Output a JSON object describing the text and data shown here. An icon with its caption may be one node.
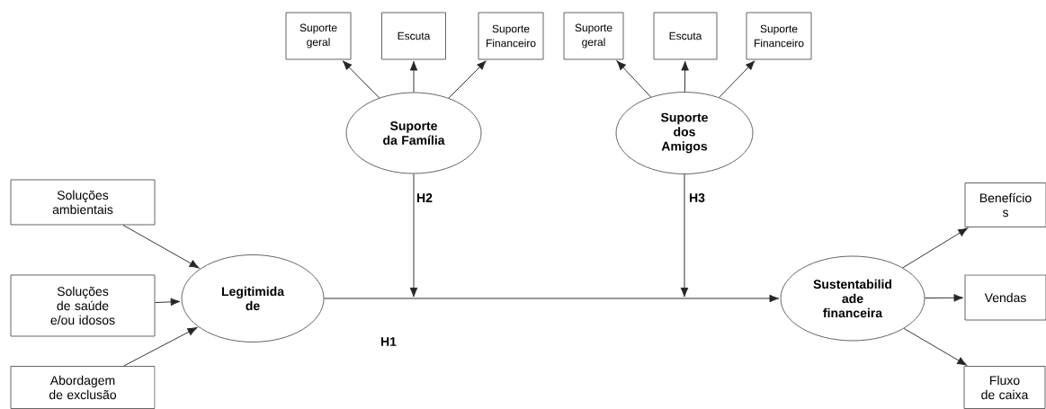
{
  "diagram": {
    "nodes": [
      {
        "text": [
          "Suporte geral"
        ]
      },
      {
        "text": [
          "Escuta"
        ]
      },
      {
        "text": [
          "Suporte Financeiro"
        ]
      },
      {
        "text": [
          "Suporte geral"
        ]
      },
      {
        "text": [
          "Escuta"
        ]
      },
      {
        "text": [
          "Suporte Financeiro"
        ]
      },
      {
        "text": [
          "Suporte da Família"
        ]
      },
      {
        "text": [
          "Suporte dos Amigos"
        ]
      },
      {
        "text": [
          "Soluções ambientais"
        ]
      },
      {
        "text": [
          "Soluções de saúde e/ou idosos"
        ]
      },
      {
        "text": [
          "Abordagem de exclusão"
        ]
      },
      {
        "text": [
          "Legitimida de"
        ]
      },
      {
        "text": [
          "Sustentabilid ade financeira"
        ]
      },
      {
        "text": [
          "Benefício s"
        ]
      },
      {
        "text": [
          "Vendas"
        ]
      },
      {
        "text": [
          "Fluxo de caixa"
        ]
      }
    ],
    "edges": [
      {
        "from": 6,
        "to": 0,
        "arrow": "to"
      },
      {
        "from": 6,
        "to": 1,
        "arrow": "to"
      },
      {
        "from": 6,
        "to": 2,
        "arrow": "to"
      },
      {
        "from": 7,
        "to": 3,
        "arrow": "to"
      },
      {
        "from": 7,
        "to": 4,
        "arrow": "to"
      },
      {
        "from": 7,
        "to": 5,
        "arrow": "to"
      },
      {
        "from": 8,
        "to": 11,
        "arrow": "to"
      },
      {
        "from": 9,
        "to": 11,
        "arrow": "to"
      },
      {
        "from": 10,
        "to": 11,
        "arrow": "to"
      },
      {
        "from": 11,
        "to": 12,
        "arrow": "to",
        "label": "H1"
      },
      {
        "from": 6,
        "to": null,
        "arrow": "to",
        "label": "H2"
      },
      {
        "from": 7,
        "to": null,
        "arrow": "to",
        "label": "H3"
      },
      {
        "from": 12,
        "to": 13,
        "arrow": "to"
      },
      {
        "from": 12,
        "to": 14,
        "arrow": "to"
      },
      {
        "from": 12,
        "to": 15,
        "arrow": "to"
      }
    ]
  }
}
